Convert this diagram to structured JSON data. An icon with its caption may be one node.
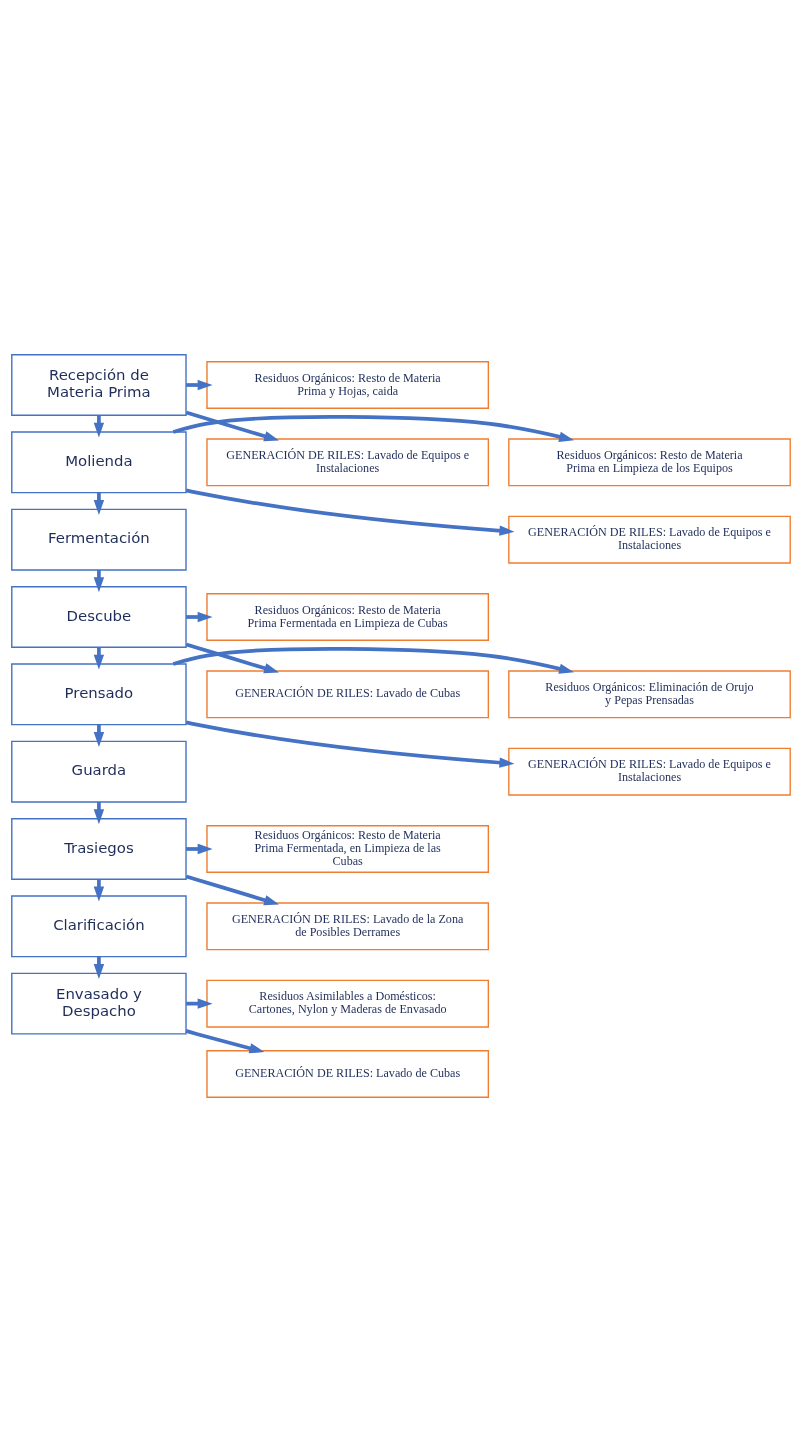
{
  "diagram": {
    "nodes": [
      {
        "text": [
          "Recepción de Materia Prima"
        ]
      },
      {
        "text": [
          "Residuos Orgánicos: Resto de Materia Prima y Hojas, caida"
        ]
      },
      {
        "text": [
          "GENERACIÓN DE RILES: Lavado de Equipos e Instalaciones"
        ]
      },
      {
        "text": [
          "Molienda"
        ]
      },
      {
        "text": [
          "Residuos Orgánicos: Resto de Materia Prima en Limpieza de los Equipos"
        ]
      },
      {
        "text": [
          "GENERACIÓN DE RILES: Lavado de Equipos e Instalaciones"
        ]
      },
      {
        "text": [
          "Fermentación"
        ]
      },
      {
        "text": [
          "Descube"
        ]
      },
      {
        "text": [
          "Residuos Orgánicos: Resto de Materia Prima Fermentada en Limpieza de Cubas"
        ]
      },
      {
        "text": [
          "GENERACIÓN DE RILES: Lavado de Cubas"
        ]
      },
      {
        "text": [
          "Prensado"
        ]
      },
      {
        "text": [
          "Residuos Orgánicos: Eliminación de Orujo y Pepas Prensadas"
        ]
      },
      {
        "text": [
          "GENERACIÓN DE RILES: Lavado de Equipos e Instalaciones"
        ]
      },
      {
        "text": [
          "Guarda"
        ]
      },
      {
        "text": [
          "Trasiegos"
        ]
      },
      {
        "text": [
          "Residuos Orgánicos: Resto de Materia Prima Fermentada, en Limpieza de las Cubas"
        ]
      },
      {
        "text": [
          "GENERACIÓN DE RILES: Lavado de la Zona de Posibles Derrames"
        ]
      },
      {
        "text": [
          "Clarificación"
        ]
      },
      {
        "text": [
          "Envasado y Despacho"
        ]
      },
      {
        "text": [
          "Residuos Asimilables a Domésticos: Cartones, Nylon y Maderas de Envasado"
        ]
      },
      {
        "text": [
          "GENERACIÓN DE RILES: Lavado de Cubas"
        ]
      }
    ],
    "edges": [
      {
        "from": 0,
        "to": 3,
        "arrow": "to"
      },
      {
        "from": 0,
        "to": 1,
        "arrow": "to"
      },
      {
        "from": 0,
        "to": 2,
        "arrow": "to"
      },
      {
        "from": 3,
        "to": 6,
        "arrow": "to"
      },
      {
        "from": 3,
        "to": 4,
        "arrow": "to"
      },
      {
        "from": 3,
        "to": 5,
        "arrow": "to"
      },
      {
        "from": 6,
        "to": 7,
        "arrow": "to"
      },
      {
        "from": 7,
        "to": 10,
        "arrow": "to"
      },
      {
        "from": 7,
        "to": 8,
        "arrow": "to"
      },
      {
        "from": 7,
        "to": 9,
        "arrow": "to"
      },
      {
        "from": 10,
        "to": 13,
        "arrow": "to"
      },
      {
        "from": 10,
        "to": 11,
        "arrow": "to"
      },
      {
        "from": 10,
        "to": 12,
        "arrow": "to"
      },
      {
        "from": 13,
        "to": 14,
        "arrow": "to"
      },
      {
        "from": 14,
        "to": 17,
        "arrow": "to"
      },
      {
        "from": 14,
        "to": 15,
        "arrow": "to"
      },
      {
        "from": 14,
        "to": 16,
        "arrow": "to"
      },
      {
        "from": 17,
        "to": 18,
        "arrow": "to"
      },
      {
        "from": 18,
        "to": 19,
        "arrow": "to"
      },
      {
        "from": 18,
        "to": 20,
        "arrow": "to"
      }
    ]
  }
}
